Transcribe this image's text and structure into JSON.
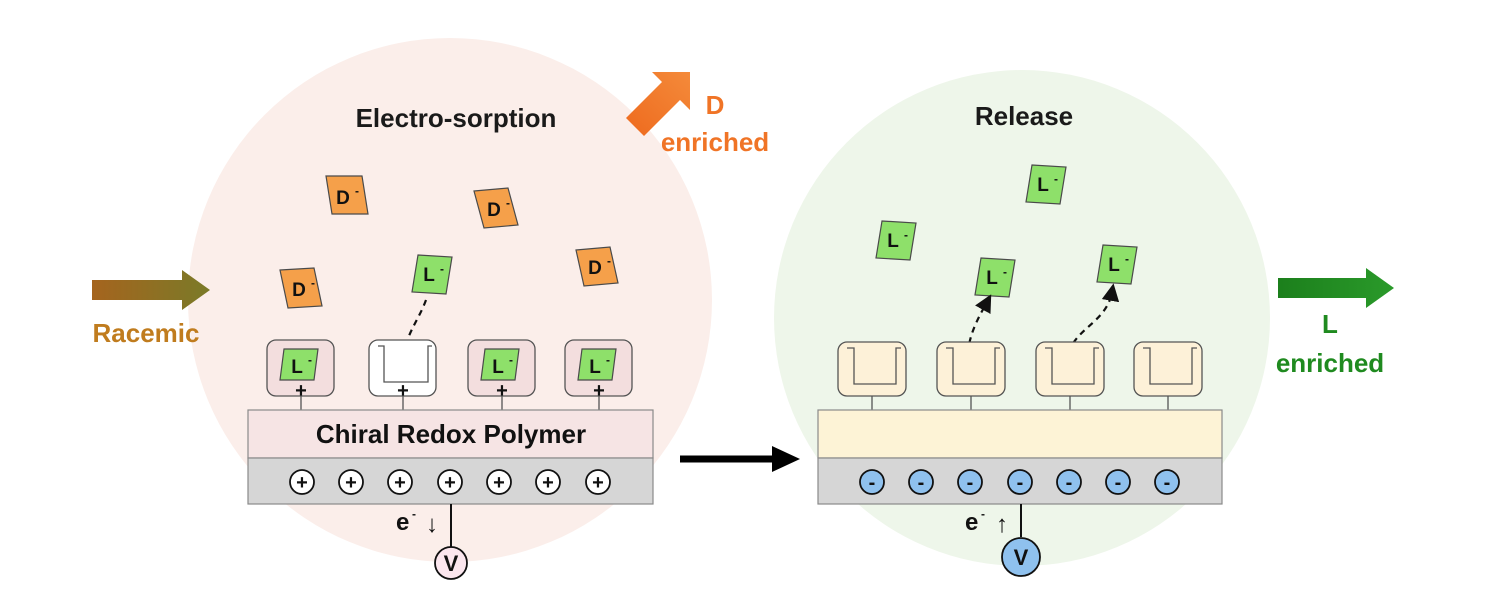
{
  "colors": {
    "left_bg": "#fbeeea",
    "right_bg": "#eef6ea",
    "d_fill": "#f5a04a",
    "l_fill": "#8ee06a",
    "pocket_left": "#f3dede",
    "pocket_right": "#fdf1d8",
    "polymer_left": "#f6e4e4",
    "polymer_right": "#fdf3d6",
    "electrode": "#d6d6d6",
    "minus_ion": "#8fc1ee",
    "racemic": "#c07c1e",
    "d_enriched": "#f07426",
    "l_enriched": "#1f8a1f"
  },
  "labels": {
    "electro_sorption": "Electro-sorption",
    "release": "Release",
    "racemic": "Racemic",
    "d_enriched_1": "D",
    "d_enriched_2": "enriched",
    "l_enriched_1": "L",
    "l_enriched_2": "enriched",
    "polymer": "Chiral Redox Polymer",
    "electron_symbol": "e",
    "electron_charge": "-",
    "arrow_down": "↓",
    "arrow_up": "↑",
    "voltmeter": "V",
    "d_molecule": "D",
    "l_molecule": "L",
    "minus": "-",
    "plus": "+",
    "ion_plus": "+",
    "ion_minus": "-"
  },
  "icons": {
    "racemic_arrow": "arrow-right-icon",
    "d_enriched_arrow": "arrow-up-right-icon",
    "process_arrow": "arrow-right-icon",
    "l_enriched_arrow": "arrow-right-icon",
    "voltmeter": "voltmeter-icon"
  }
}
